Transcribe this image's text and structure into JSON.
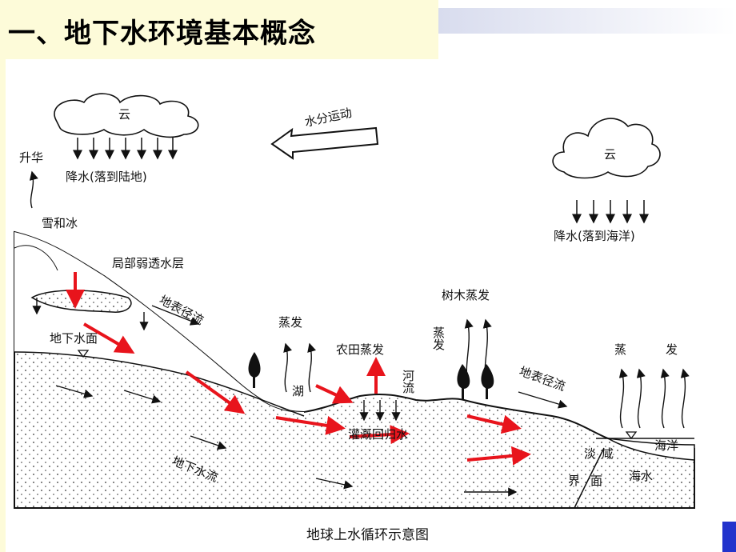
{
  "title": "一、地下水环境基本概念",
  "caption": "地球上水循环示意图",
  "labels": {
    "cloud_left": "云",
    "cloud_right": "云",
    "water_movement": "水分运动",
    "sublimation": "升华",
    "precip_land": "降水(落到陆地)",
    "precip_sea": "降水(落到海洋)",
    "snow_ice": "雪和冰",
    "perched_layer": "局部弱透水层",
    "surface_runoff_left": "地表径流",
    "water_table": "地下水面",
    "evaporation_mid": "蒸发",
    "lake": "湖",
    "field_evap": "农田蒸发",
    "river": "河流",
    "tree_evap": "树木蒸发",
    "evap_vertical": "蒸发",
    "surface_runoff_right": "地表径流",
    "evap_sea_1": "蒸",
    "evap_sea_2": "发",
    "irrigation_return": "灌溉回归水",
    "ocean": "海洋",
    "groundwater_flow": "地下水流",
    "fresh_salt_1": "淡",
    "fresh_salt_2": "咸",
    "interface_1": "界",
    "interface_2": "面",
    "seawater": "海水"
  },
  "colors": {
    "title_bg": "#fdfbd9",
    "accent_arrow": "#e8141c",
    "corner": "#2233cc"
  }
}
